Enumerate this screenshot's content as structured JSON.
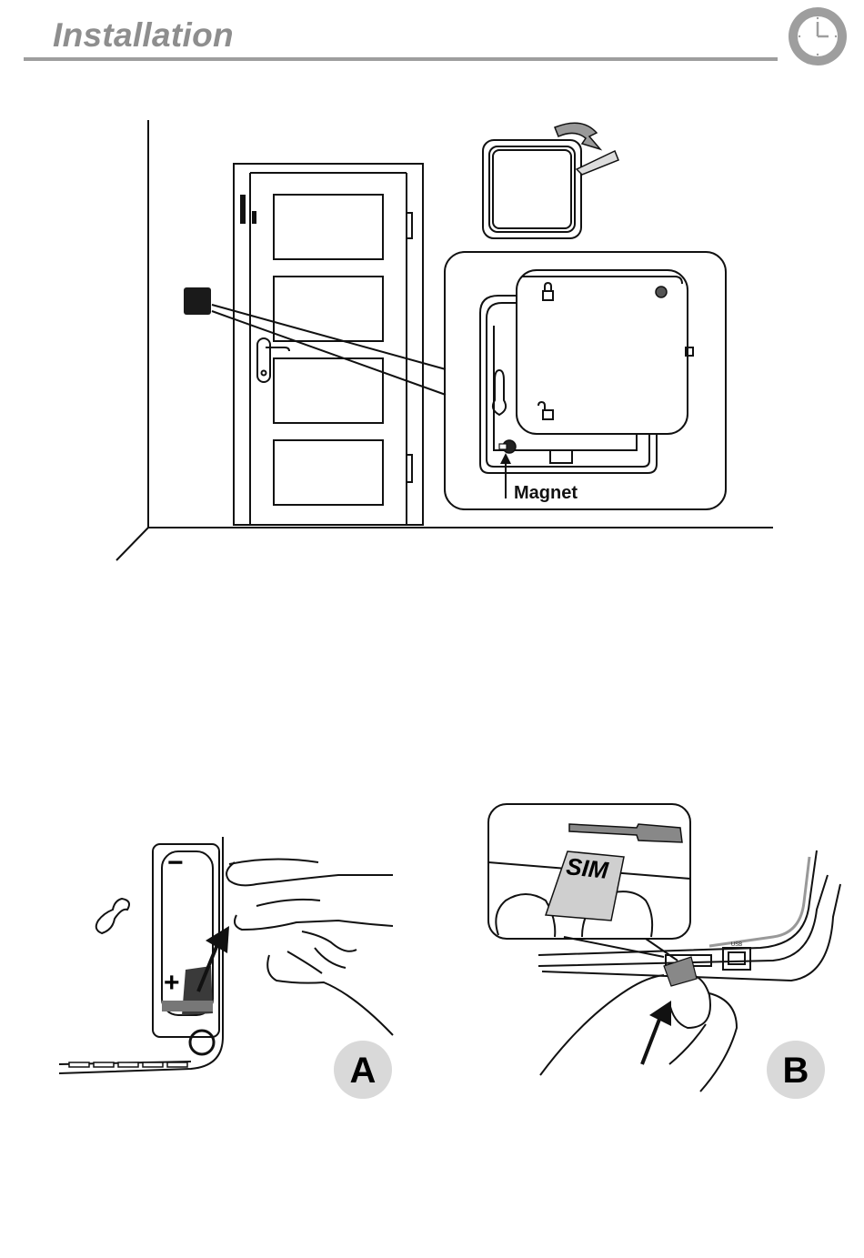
{
  "header": {
    "title": "Installation",
    "section_icon": "clock-icon"
  },
  "figure_mounting": {
    "callout_label": "Magnet",
    "detail_icons": [
      "lock-closed-icon",
      "lock-open-icon",
      "led-indicator",
      "magnet-reed-icon"
    ]
  },
  "figure_battery": {
    "step_letter": "A",
    "minus_sign": "−",
    "plus_sign": "+"
  },
  "figure_sim": {
    "step_letter": "B",
    "sim_label": "SIM",
    "port_label": "USB"
  },
  "colors": {
    "title_gray": "#8e8e8e",
    "rule_gray": "#9e9e9e",
    "badge_gray": "#d9d9d9",
    "line_black": "#111111"
  }
}
